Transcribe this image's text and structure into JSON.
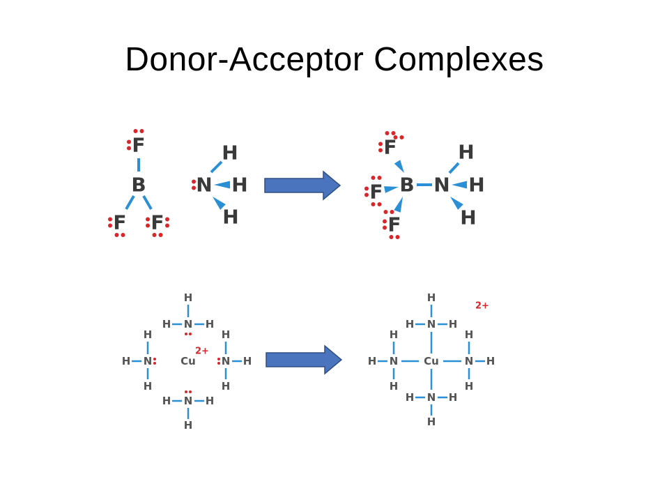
{
  "slide": {
    "title": "Donor-Acceptor Complexes"
  },
  "colors": {
    "bond": "#2b8fd6",
    "lone_pair": "#d9262a",
    "atom": "#3a3a3a",
    "arrow_fill": "#4a74bd",
    "arrow_stroke": "#2e4f86",
    "charge": "#d9262a"
  },
  "reaction_1": {
    "reactant_bf3": {
      "atoms": [
        "F",
        "B",
        "F",
        "F"
      ]
    },
    "reactant_nh3": {
      "atoms": [
        "N",
        "H",
        "H",
        "H"
      ]
    },
    "product": {
      "atoms": [
        "F",
        "F",
        "F",
        "B",
        "N",
        "H",
        "H",
        "H"
      ]
    }
  },
  "reaction_2": {
    "reactants": {
      "metal": "Cu",
      "charge": "2+",
      "ligand_atoms": [
        "N",
        "H",
        "H",
        "H"
      ]
    },
    "product": {
      "metal": "Cu",
      "charge": "2+",
      "ligand_atoms": [
        "N",
        "H",
        "H",
        "H"
      ]
    }
  }
}
